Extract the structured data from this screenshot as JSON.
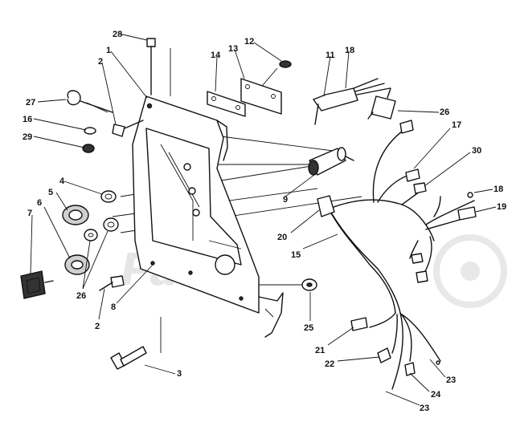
{
  "watermark": "Parts",
  "callouts": [
    {
      "id": "c28a",
      "label": "28"
    },
    {
      "id": "c12",
      "label": "12"
    },
    {
      "id": "c13",
      "label": "13"
    },
    {
      "id": "c14",
      "label": "14"
    },
    {
      "id": "c11",
      "label": "11"
    },
    {
      "id": "c18a",
      "label": "18"
    },
    {
      "id": "c1",
      "label": "1"
    },
    {
      "id": "c2a",
      "label": "2"
    },
    {
      "id": "c27",
      "label": "27"
    },
    {
      "id": "c16",
      "label": "16"
    },
    {
      "id": "c29",
      "label": "29"
    },
    {
      "id": "c26a",
      "label": "26"
    },
    {
      "id": "c17",
      "label": "17"
    },
    {
      "id": "c30",
      "label": "30"
    },
    {
      "id": "c18b",
      "label": "18"
    },
    {
      "id": "c19",
      "label": "19"
    },
    {
      "id": "c4",
      "label": "4"
    },
    {
      "id": "c5",
      "label": "5"
    },
    {
      "id": "c6",
      "label": "6"
    },
    {
      "id": "c7",
      "label": "7"
    },
    {
      "id": "c9",
      "label": "9"
    },
    {
      "id": "c20",
      "label": "20"
    },
    {
      "id": "c15",
      "label": "15"
    },
    {
      "id": "c26b",
      "label": "26"
    },
    {
      "id": "c2b",
      "label": "2"
    },
    {
      "id": "c8",
      "label": "8"
    },
    {
      "id": "c25",
      "label": "25"
    },
    {
      "id": "c3",
      "label": "3"
    },
    {
      "id": "c21",
      "label": "21"
    },
    {
      "id": "c22",
      "label": "22"
    },
    {
      "id": "c23a",
      "label": "23"
    },
    {
      "id": "c24",
      "label": "24"
    },
    {
      "id": "c23b",
      "label": "23"
    }
  ]
}
